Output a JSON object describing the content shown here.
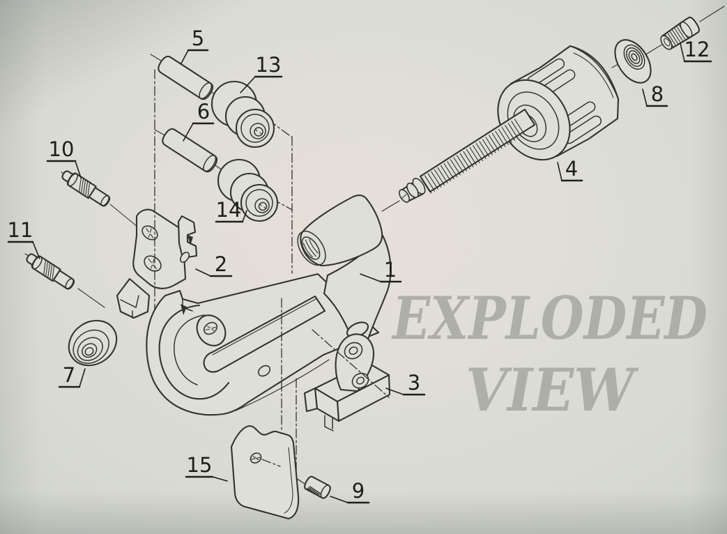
{
  "watermark": {
    "line1": "EXPLODED",
    "line2": "VIEW"
  },
  "colors": {
    "paper_center": "#e4e2dc",
    "paper_mid": "#d8dad3",
    "paper_edge": "#cbcfc8",
    "paper_corner": "#bfc4be",
    "paper_fill": "#dedfd8",
    "line": "#33332e",
    "label": "#1e1e1a",
    "watermark": "#a5a7a0"
  },
  "parts": [
    {
      "label": "1"
    },
    {
      "label": "2"
    },
    {
      "label": "3"
    },
    {
      "label": "4"
    },
    {
      "label": "5"
    },
    {
      "label": "6"
    },
    {
      "label": "7"
    },
    {
      "label": "8"
    },
    {
      "label": "9"
    },
    {
      "label": "10"
    },
    {
      "label": "11"
    },
    {
      "label": "12"
    },
    {
      "label": "13"
    },
    {
      "label": "14"
    },
    {
      "label": "15"
    }
  ]
}
